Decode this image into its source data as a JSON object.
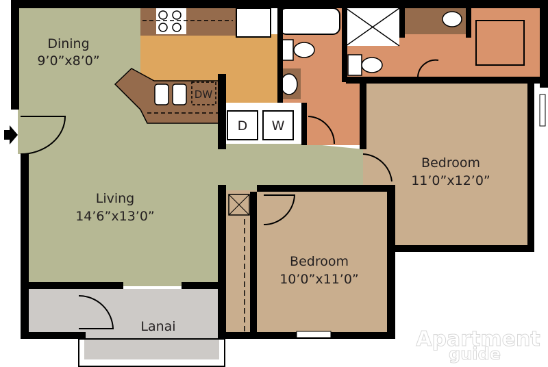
{
  "floorplan": {
    "rooms": [
      {
        "id": "dining",
        "name": "Dining",
        "dims": "9’0”x8’0”"
      },
      {
        "id": "living",
        "name": "Living",
        "dims": "14’6”x13’0”"
      },
      {
        "id": "bedroom1",
        "name": "Bedroom",
        "dims": "11’0”x12’0”"
      },
      {
        "id": "bedroom2",
        "name": "Bedroom",
        "dims": "10’0”x11’0”"
      },
      {
        "id": "lanai",
        "name": "Lanai",
        "dims": ""
      }
    ],
    "appliances": {
      "dishwasher": "DW",
      "dryer": "D",
      "washer": "W"
    },
    "colors": {
      "living": "#b6b894",
      "kitchen": "#dea65e",
      "bath": "#d9936c",
      "bedroom": "#c9ae8e",
      "lanai": "#cdcac7",
      "cabinet": "#956b4c",
      "wall": "#000000"
    }
  },
  "watermark": {
    "line1": "Apartment",
    "line2": "guide"
  }
}
